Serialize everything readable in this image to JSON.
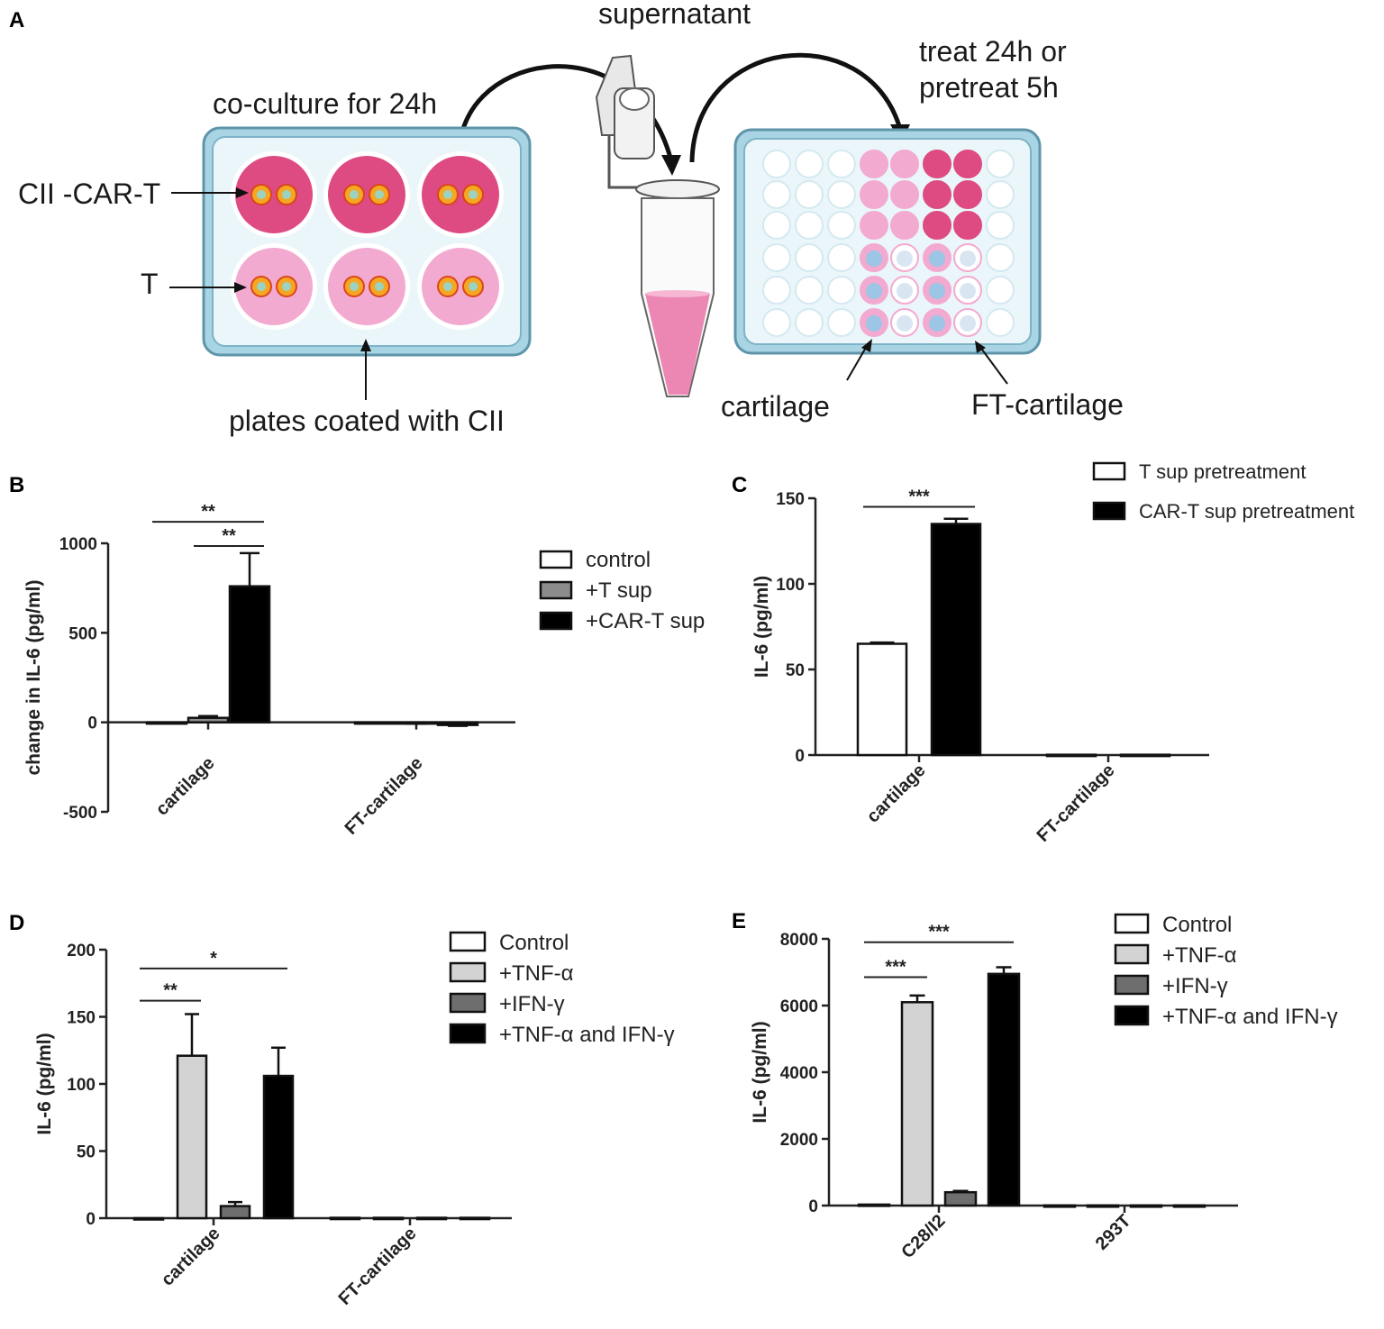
{
  "panel_A": {
    "label": "A",
    "supernatant": "supernatant",
    "coculture": "co-culture for 24h",
    "car_t_row": "CII -CAR-T",
    "t_row": "T",
    "plates_coated": "plates coated with CII",
    "treat_line1": "treat 24h or",
    "treat_line2": "pretreat 5h",
    "cartilage": "cartilage",
    "ft_cartilage": "FT-cartilage",
    "colors": {
      "dark_pink": "#de4a82",
      "light_pink": "#f3aad0",
      "plate_blue": "#a9d4e3",
      "well_light_blue": "#e7f5f9",
      "tissue_blue": "#9cc5e6"
    }
  },
  "chart_data": [
    {
      "panel": "B",
      "type": "bar",
      "ylabel": "change in IL-6 (pg/ml)",
      "categories": [
        "cartilage",
        "FT-cartilage"
      ],
      "ylim": [
        -500,
        1000
      ],
      "yticks": [
        "-500",
        "0",
        "500",
        "1000"
      ],
      "series": [
        {
          "name": "control",
          "color": "#ffffff",
          "values": [
            0,
            0
          ],
          "errors": [
            0,
            0
          ]
        },
        {
          "name": "+T sup",
          "color": "#8c8c8c",
          "values": [
            25,
            -5
          ],
          "errors": [
            10,
            3
          ]
        },
        {
          "name": "+CAR-T sup",
          "color": "#000000",
          "values": [
            760,
            -15
          ],
          "errors": [
            185,
            5
          ]
        }
      ],
      "significance": [
        {
          "label": "**",
          "from_series": 0,
          "to_series": 2,
          "category": 0,
          "y": 1120
        },
        {
          "label": "**",
          "from_series": 1,
          "to_series": 2,
          "category": 0,
          "y": 985
        }
      ],
      "legend_position": "right"
    },
    {
      "panel": "C",
      "type": "bar",
      "ylabel": "IL-6 (pg/ml)",
      "categories": [
        "cartilage",
        "FT-cartilage"
      ],
      "ylim": [
        0,
        150
      ],
      "yticks": [
        "0",
        "50",
        "100",
        "150"
      ],
      "series": [
        {
          "name": "T sup pretreatment",
          "color": "#ffffff",
          "values": [
            65,
            0.2
          ],
          "errors": [
            0.7,
            0
          ]
        },
        {
          "name": "CAR-T sup pretreatment",
          "color": "#000000",
          "values": [
            135,
            0.2
          ],
          "errors": [
            3,
            0
          ]
        }
      ],
      "significance": [
        {
          "label": "***",
          "from_series": 0,
          "to_series": 1,
          "category": 0,
          "y": 145
        }
      ],
      "legend_position": "top-right"
    },
    {
      "panel": "D",
      "type": "bar",
      "ylabel": "IL-6 (pg/ml)",
      "categories": [
        "cartilage",
        "FT-cartilage"
      ],
      "ylim": [
        0,
        200
      ],
      "yticks": [
        "0",
        "50",
        "100",
        "150",
        "200"
      ],
      "series": [
        {
          "name": "Control",
          "color": "#ffffff",
          "values": [
            0,
            0.3
          ],
          "errors": [
            0,
            0
          ]
        },
        {
          "name": "+TNF-α",
          "color": "#d3d3d3",
          "values": [
            121,
            0.3
          ],
          "errors": [
            31,
            0
          ]
        },
        {
          "name": "+IFN-γ",
          "color": "#6e6e6e",
          "values": [
            9,
            0.3
          ],
          "errors": [
            3,
            0
          ]
        },
        {
          "name": "+TNF-α  and IFN-γ",
          "color": "#000000",
          "values": [
            106,
            0.3
          ],
          "errors": [
            21,
            0
          ]
        }
      ],
      "significance": [
        {
          "label": "*",
          "from_series": 0,
          "to_series": 3,
          "category": 0,
          "y": 186
        },
        {
          "label": "**",
          "from_series": 0,
          "to_series": 1,
          "category": 0,
          "y": 162
        }
      ],
      "legend_position": "right"
    },
    {
      "panel": "E",
      "type": "bar",
      "ylabel": "IL-6 (pg/ml)",
      "categories": [
        "C28/I2",
        "293T"
      ],
      "ylim": [
        0,
        8000
      ],
      "yticks": [
        "0",
        "2000",
        "4000",
        "6000",
        "8000"
      ],
      "series": [
        {
          "name": "Control",
          "color": "#ffffff",
          "values": [
            30,
            5
          ],
          "errors": [
            0,
            0
          ]
        },
        {
          "name": "+TNF-α",
          "color": "#d3d3d3",
          "values": [
            6100,
            5
          ],
          "errors": [
            200,
            0
          ]
        },
        {
          "name": "+IFN-γ",
          "color": "#6e6e6e",
          "values": [
            400,
            5
          ],
          "errors": [
            40,
            0
          ]
        },
        {
          "name": "+TNF-α  and IFN-γ",
          "color": "#000000",
          "values": [
            6950,
            5
          ],
          "errors": [
            200,
            0
          ]
        }
      ],
      "significance": [
        {
          "label": "***",
          "from_series": 0,
          "to_series": 3,
          "category": 0,
          "y": 7900
        },
        {
          "label": "***",
          "from_series": 0,
          "to_series": 1,
          "category": 0,
          "y": 6850
        }
      ],
      "legend_position": "top-right"
    }
  ]
}
